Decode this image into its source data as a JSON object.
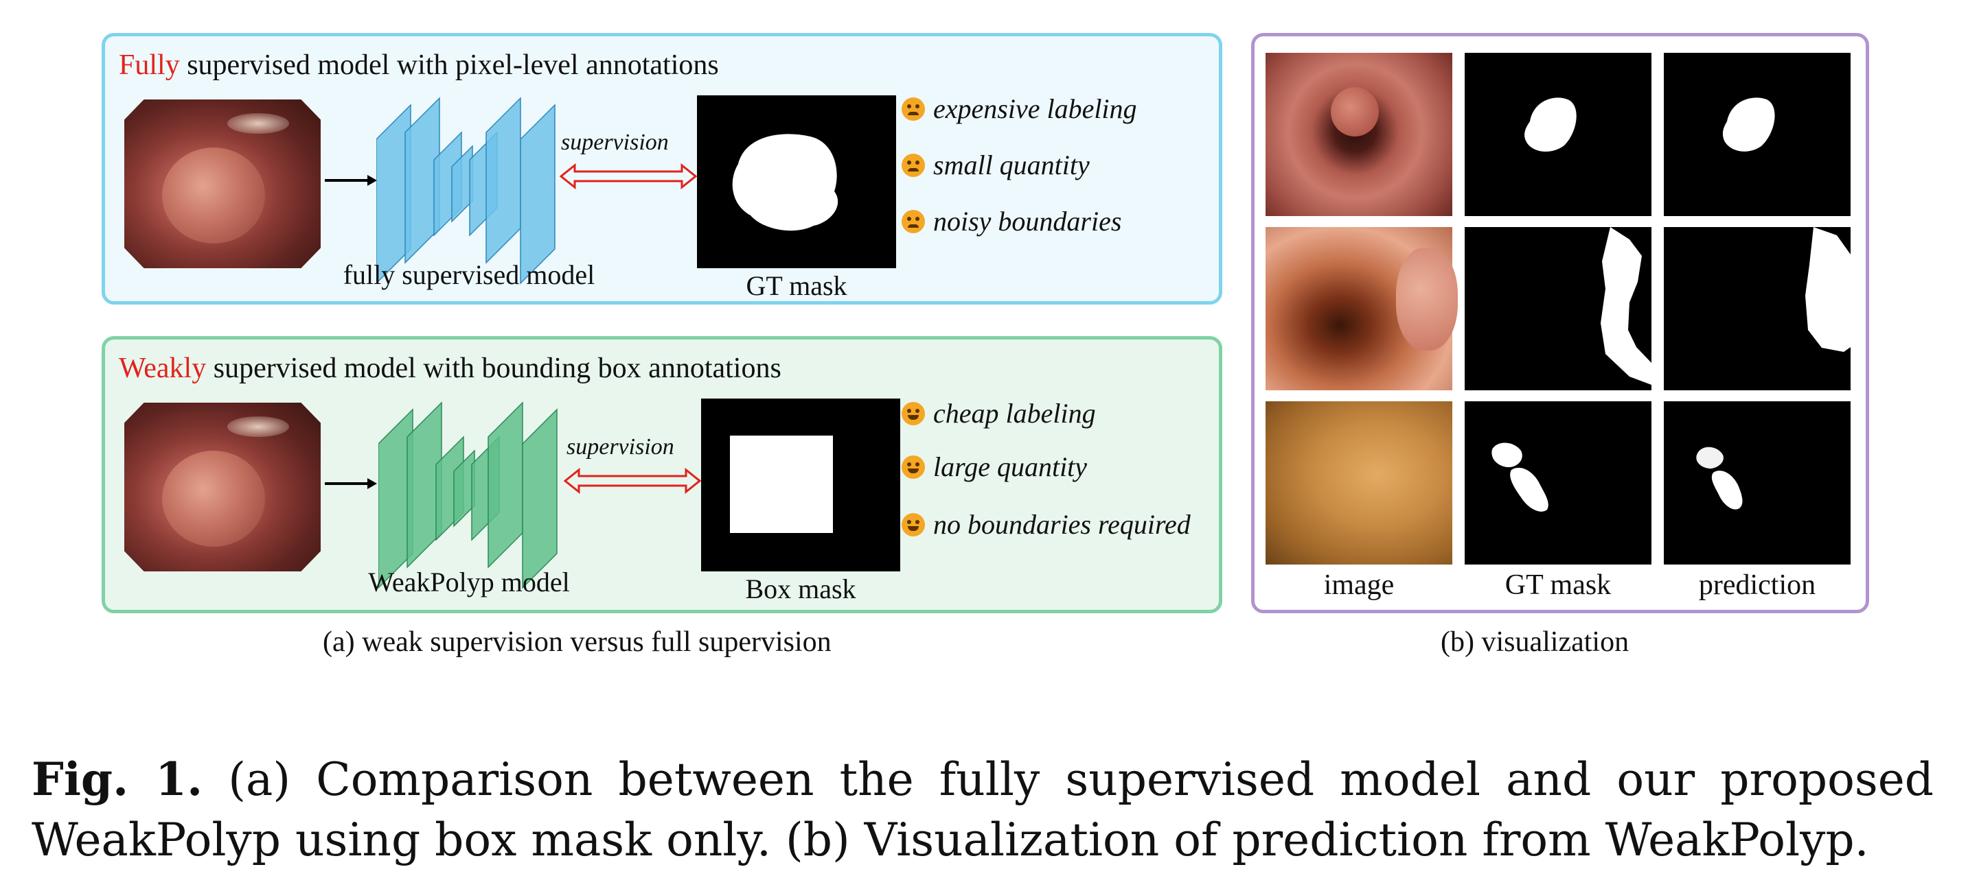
{
  "panel_a": {
    "full": {
      "title_keyword": "Fully",
      "title_rest": " supervised model with pixel-level annotations",
      "model_label": "fully supervised model",
      "arrow_label": "supervision",
      "mask_label": "GT mask",
      "bullets": [
        "expensive labeling",
        "small quantity",
        "noisy boundaries"
      ]
    },
    "weak": {
      "title_keyword": "Weakly",
      "title_rest": " supervised model with bounding box annotations",
      "model_label": "WeakPolyp model",
      "arrow_label": "supervision",
      "mask_label": "Box mask",
      "bullets": [
        "cheap labeling",
        "large quantity",
        "no boundaries required"
      ]
    },
    "caption": "(a) weak supervision versus full supervision"
  },
  "panel_b": {
    "column_labels": [
      "image",
      "GT mask",
      "prediction"
    ],
    "caption": "(b) visualization"
  },
  "figure_caption": {
    "label": "Fig. 1.",
    "text": " (a) Comparison between the fully supervised model and our proposed WeakPolyp using box mask only. (b) Visualization of prediction from WeakPolyp."
  },
  "colors": {
    "keyword": "#e0231c",
    "full_panel_border": "#7fd3ee",
    "weak_panel_border": "#7fd2a4",
    "vis_panel_border": "#b293cf",
    "full_model_blue": "#5bb8e3",
    "weak_model_green": "#4fb37b",
    "supervision_arrow": "#e0231c"
  }
}
